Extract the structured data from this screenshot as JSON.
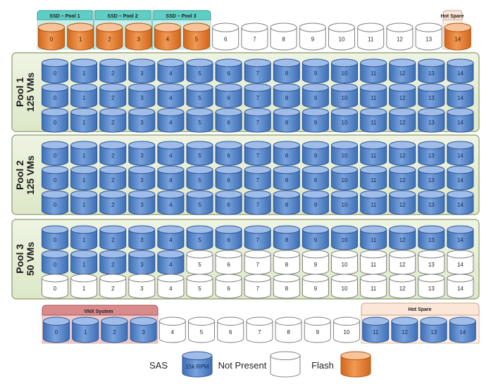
{
  "colors": {
    "sas_top": "#9fbde8",
    "sas_body_light": "#6e9bd8",
    "sas_body_dark": "#3d6fb6",
    "sas_stroke": "#2f5597",
    "empty_top": "#ffffff",
    "empty_body": "#ffffff",
    "empty_stroke": "#808080",
    "flash_top": "#f7c39a",
    "flash_body": "#e5782a",
    "flash_stroke": "#b35410",
    "pool_bg": "#e6efd5",
    "pool_border": "#8a9a6e",
    "ssd_label_bg": "#5fcfc5",
    "hotspare_label_bg": "#fbe6d8",
    "vnx_label_bg": "#d98b8b"
  },
  "top_row": {
    "groups": [
      {
        "label": "SSD – Pool 1",
        "disks": [
          0,
          1
        ]
      },
      {
        "label": "SSD – Pool 2",
        "disks": [
          2,
          3
        ]
      },
      {
        "label": "SSD – Pool 3",
        "disks": [
          4,
          5
        ]
      }
    ],
    "hot_spare_label": "Hot Spare",
    "disks": [
      {
        "n": "0",
        "t": "flash"
      },
      {
        "n": "1",
        "t": "flash"
      },
      {
        "n": "2",
        "t": "flash"
      },
      {
        "n": "3",
        "t": "flash"
      },
      {
        "n": "4",
        "t": "flash"
      },
      {
        "n": "5",
        "t": "flash"
      },
      {
        "n": "6",
        "t": "empty"
      },
      {
        "n": "7",
        "t": "empty"
      },
      {
        "n": "8",
        "t": "empty"
      },
      {
        "n": "9",
        "t": "empty"
      },
      {
        "n": "10",
        "t": "empty"
      },
      {
        "n": "11",
        "t": "empty"
      },
      {
        "n": "12",
        "t": "empty"
      },
      {
        "n": "13",
        "t": "empty"
      },
      {
        "n": "14",
        "t": "flash"
      }
    ]
  },
  "pools": [
    {
      "line1": "Pool 1",
      "line2": "125 VMs",
      "rows": [
        15,
        15,
        15
      ]
    },
    {
      "line1": "Pool 2",
      "line2": "125 VMs",
      "rows": [
        15,
        15,
        15
      ]
    },
    {
      "line1": "Pool 3",
      "line2": "50 VMs",
      "rows": [
        15,
        5,
        0
      ]
    }
  ],
  "bottom_row": {
    "vnx_label": "VNX System",
    "hot_spare_label": "Hot Spare",
    "disks": [
      {
        "n": "0",
        "t": "sas"
      },
      {
        "n": "1",
        "t": "sas"
      },
      {
        "n": "2",
        "t": "sas"
      },
      {
        "n": "3",
        "t": "sas"
      },
      {
        "n": "4",
        "t": "empty"
      },
      {
        "n": "5",
        "t": "empty"
      },
      {
        "n": "6",
        "t": "empty"
      },
      {
        "n": "7",
        "t": "empty"
      },
      {
        "n": "8",
        "t": "empty"
      },
      {
        "n": "9",
        "t": "empty"
      },
      {
        "n": "10",
        "t": "empty"
      },
      {
        "n": "11",
        "t": "sas"
      },
      {
        "n": "12",
        "t": "sas"
      },
      {
        "n": "13",
        "t": "sas"
      },
      {
        "n": "14",
        "t": "sas"
      }
    ]
  },
  "legend": {
    "sas_label": "SAS",
    "sas_disk_text": "15k RPM",
    "not_present_label": "Not Present",
    "flash_label": "Flash"
  }
}
